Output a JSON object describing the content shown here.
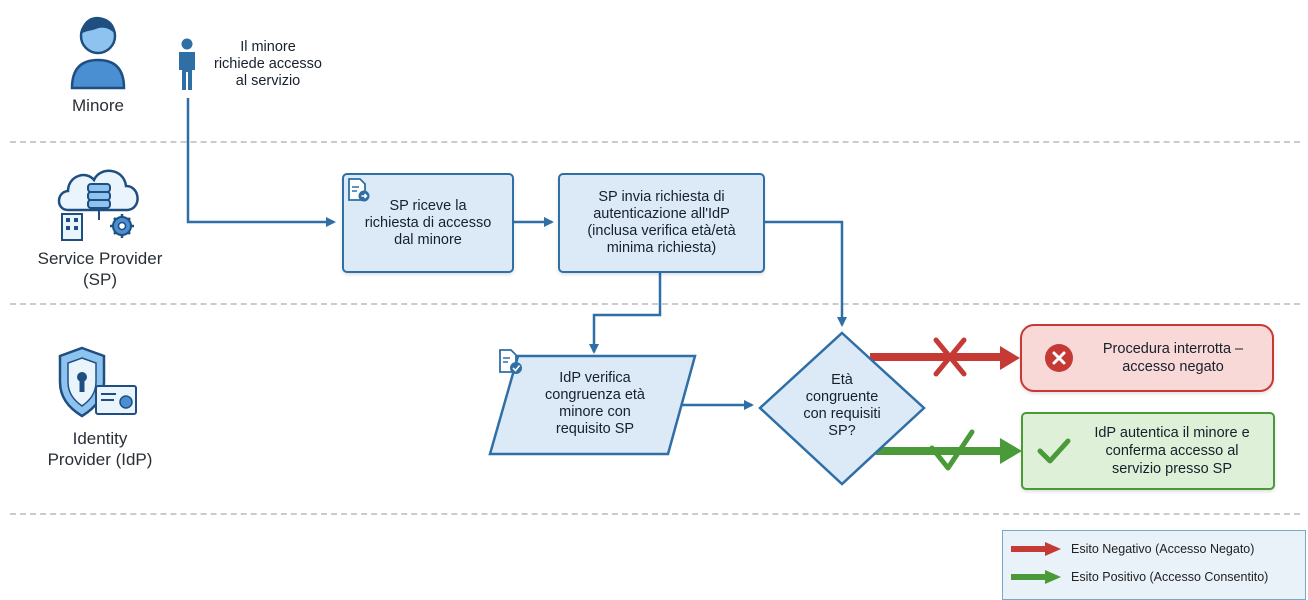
{
  "lanes": [
    {
      "id": "minore",
      "label": "Minore"
    },
    {
      "id": "sp",
      "label": "Service Provider\n(SP)"
    },
    {
      "id": "idp",
      "label": "Identity\nProvider (IdP)"
    }
  ],
  "start": {
    "text": "Il minore\nrichiede accesso\nal servizio"
  },
  "steps": [
    {
      "id": "sp_receive",
      "text": "SP riceve la\nrichiesta di accesso\ndal minore"
    },
    {
      "id": "sp_send",
      "text": "SP invia richiesta di\nautenticazione all'IdP\n(inclusa verifica età/età\nminima richiesta)"
    },
    {
      "id": "idp_verify",
      "text": "IdP verifica\ncongruenza età\nminore con\nrequisito SP"
    }
  ],
  "decision": {
    "text": "Età\ncongruente\ncon requisiti\nSP?"
  },
  "outcomes": {
    "negative": {
      "text": "Procedura interrotta –\naccesso negato"
    },
    "positive": {
      "text": "IdP autentica il minore e\nconferma accesso al\nservizio presso SP"
    }
  },
  "legend": [
    {
      "label": "Esito Negativo (Accesso Negato)",
      "color": "#c53a34"
    },
    {
      "label": "Esito Positivo (Accesso Consentito)",
      "color": "#4a9a3a"
    }
  ],
  "colors": {
    "flow": "#2f6fa6",
    "negative": "#c53a34",
    "positive": "#4a9a3a",
    "box_fill": "#dceaf7"
  }
}
